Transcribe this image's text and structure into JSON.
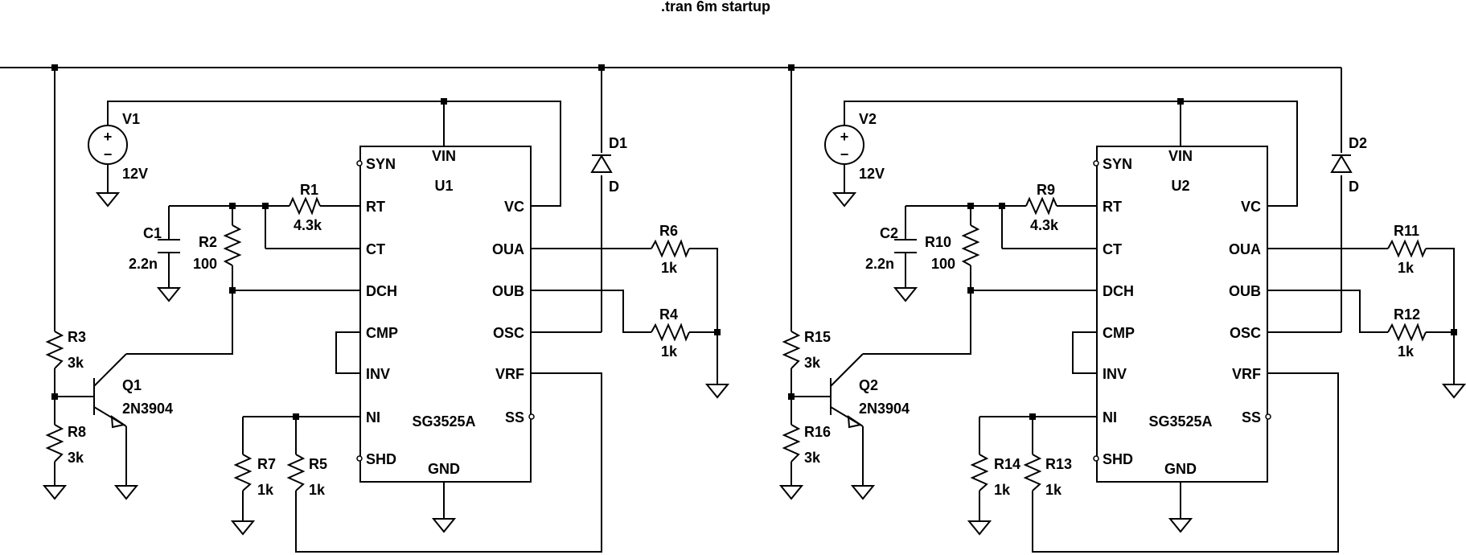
{
  "directive": ".tran 6m startup",
  "stages": [
    {
      "source": {
        "ref": "V1",
        "value": "12V"
      },
      "ic": {
        "ref": "U1",
        "part": "SG3525A"
      },
      "diode": {
        "ref": "D1",
        "value": "D"
      },
      "cap": {
        "ref": "C1",
        "value": "2.2n"
      },
      "transistor": {
        "ref": "Q1",
        "value": "2N3904"
      },
      "r_timing": {
        "ref": "R1",
        "value": "4.3k"
      },
      "r_discharge": {
        "ref": "R2",
        "value": "100"
      },
      "r_bias_top": {
        "ref": "R3",
        "value": "3k"
      },
      "r_bias_bottom": {
        "ref": "R8",
        "value": "3k"
      },
      "r_load_a": {
        "ref": "R6",
        "value": "1k"
      },
      "r_load_b": {
        "ref": "R4",
        "value": "1k"
      },
      "r_ni_left": {
        "ref": "R7",
        "value": "1k"
      },
      "r_ni_right": {
        "ref": "R5",
        "value": "1k"
      }
    },
    {
      "source": {
        "ref": "V2",
        "value": "12V"
      },
      "ic": {
        "ref": "U2",
        "part": "SG3525A"
      },
      "diode": {
        "ref": "D2",
        "value": "D"
      },
      "cap": {
        "ref": "C2",
        "value": "2.2n"
      },
      "transistor": {
        "ref": "Q2",
        "value": "2N3904"
      },
      "r_timing": {
        "ref": "R9",
        "value": "4.3k"
      },
      "r_discharge": {
        "ref": "R10",
        "value": "100"
      },
      "r_bias_top": {
        "ref": "R15",
        "value": "3k"
      },
      "r_bias_bottom": {
        "ref": "R16",
        "value": "3k"
      },
      "r_load_a": {
        "ref": "R11",
        "value": "1k"
      },
      "r_load_b": {
        "ref": "R12",
        "value": "1k"
      },
      "r_ni_left": {
        "ref": "R14",
        "value": "1k"
      },
      "r_ni_right": {
        "ref": "R13",
        "value": "1k"
      }
    }
  ],
  "pins": {
    "vin": "VIN",
    "gnd": "GND",
    "syn": "SYN",
    "rt": "RT",
    "ct": "CT",
    "dch": "DCH",
    "cmp": "CMP",
    "inv": "INV",
    "ni": "NI",
    "shd": "SHD",
    "vc": "VC",
    "oua": "OUA",
    "oub": "OUB",
    "osc": "OSC",
    "vrf": "VRF",
    "ss": "SS"
  },
  "polarity": {
    "plus": "+",
    "minus": "−"
  }
}
